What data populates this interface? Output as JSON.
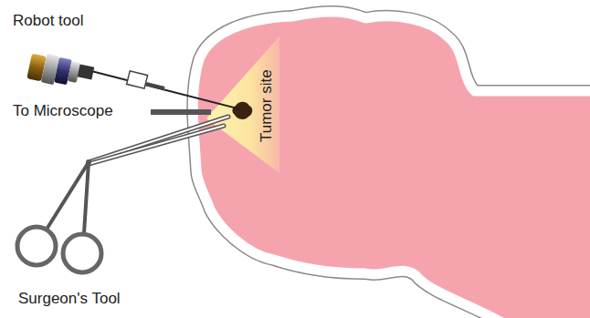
{
  "diagram": {
    "labels": [
      "Robot tool",
      "To Microscope",
      "Tumor site",
      "Surgeon's Tool"
    ]
  }
}
